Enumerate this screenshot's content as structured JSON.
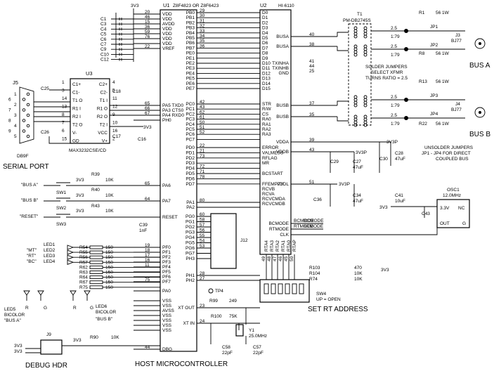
{
  "titles": {
    "serial_port": "SERIAL PORT",
    "host_mcu": "HOST MICROCONTROLLER",
    "debug_hdr": "DEBUG HDR",
    "set_rt_address": "SET RT ADDRESS",
    "bus_a": "BUS A",
    "bus_b": "BUS B"
  },
  "u1": {
    "ref": "U1",
    "part": "Z8F4823 OR Z8F6423",
    "left_pins": [
      "VDD",
      "VDD",
      "AVDD",
      "VDD",
      "VDD",
      "VDD",
      "VDD",
      "VREF",
      "PA5 TXD0",
      "PA3 CTS0",
      "PA4 RXD0",
      "PH0",
      "PA6",
      "PA7",
      "RESET",
      "PF0",
      "PF1",
      "PF2",
      "PF3",
      "PF4",
      "PF5",
      "PF6",
      "PF7",
      "PA0",
      "VSS",
      "VSS",
      "AVSS",
      "VSS",
      "VSS",
      "VSS",
      "VSS",
      "DBG"
    ],
    "left_nums": [
      "20",
      "46",
      "15",
      "36",
      "59",
      "76",
      "",
      "22",
      "65",
      "66",
      "67",
      "",
      "65",
      "64",
      "",
      "19",
      "18",
      "17",
      "16",
      "11",
      "",
      "",
      "75",
      "",
      "",
      "",
      "",
      "",
      "",
      "",
      "",
      "44"
    ],
    "right_pins": [
      "PB0",
      "PB1",
      "PB2",
      "PB3",
      "PB4",
      "PB5",
      "PB6",
      "PB7",
      "PE0",
      "PE1",
      "PE2",
      "PE3",
      "PE4",
      "PE5",
      "PE6",
      "PE7",
      "PC0",
      "PC1",
      "PC2",
      "PC3",
      "PC4",
      "PC5",
      "PC6",
      "PC7",
      "PD0",
      "PD1",
      "PD2",
      "PD3",
      "PD4",
      "PD5",
      "PD6",
      "PD7",
      "PA1",
      "PA2",
      "PG0",
      "PG1",
      "PG2",
      "PG3",
      "PG4",
      "PG5",
      "PG6",
      "PG7",
      "PH3",
      "PH1",
      "PH2",
      "XT OUT",
      "XT IN"
    ],
    "right_nums": [
      "29",
      "30",
      "31",
      "32",
      "33",
      "34",
      "35",
      "36",
      "",
      "",
      "",
      "",
      "",
      "",
      "",
      "",
      "42",
      "43",
      "62",
      "61",
      "50",
      "51",
      "52",
      "",
      "22",
      "21",
      "73",
      "",
      "72",
      "71",
      "78",
      "",
      "80",
      "",
      "60",
      "58",
      "57",
      "56",
      "55",
      "54",
      "53",
      "",
      "",
      "28",
      "27",
      "23",
      "24"
    ]
  },
  "u2": {
    "ref": "U2",
    "part": "HI-6110",
    "left_pins": [
      "D0",
      "D1",
      "D2",
      "D3",
      "D4",
      "D5",
      "D6",
      "D7",
      "D8",
      "D9",
      "D10",
      "D11",
      "D12",
      "D13",
      "D14",
      "D15",
      "STR",
      "R/W",
      "CS",
      "RA0",
      "RA1",
      "RA2",
      "RA3",
      "ERROR",
      "VALMESS",
      "RFLAG",
      "MR",
      "BCSTART",
      "FFEMPTY",
      "RCVB",
      "RCVA",
      "RCVCMDA",
      "RCVCMDB"
    ],
    "right_pins": [
      "BUSA",
      "BUSA",
      "TXINHA",
      "TXINHB",
      "GND",
      "BUSB",
      "BUSB",
      "VDDA",
      "VDDB",
      "VDDL",
      "BCMODE",
      "RTMODE",
      "CLK"
    ],
    "right_nums": [
      "40",
      "38",
      "41",
      "44",
      "25",
      "37",
      "35",
      "39",
      "43",
      "51",
      "",
      "",
      ""
    ],
    "bottom_pins": [
      "RTA4",
      "RTA3",
      "RTA2",
      "RTA1",
      "RTA0",
      "RTAP"
    ],
    "bottom_nums": [
      "49",
      "48",
      "47",
      "46",
      "45",
      "50"
    ]
  },
  "u3": {
    "ref": "U3",
    "part": "MAX3232CSE/CD",
    "left_pins": [
      "C1+",
      "C1-",
      "T1 O",
      "R1 I",
      "R2 I",
      "T2 O",
      "V-",
      "GD"
    ],
    "left_nums": [
      "1",
      "3",
      "14",
      "13",
      "8",
      "7",
      "6",
      "15"
    ],
    "right_pins": [
      "C2+",
      "C2-",
      "T1 I",
      "R1 O",
      "R2 O",
      "T2 I",
      "VCC",
      "V+"
    ],
    "right_nums": [
      "4",
      "5",
      "11",
      "12",
      "9",
      "10",
      "16",
      "2"
    ]
  },
  "j5": {
    "ref": "J5",
    "part": "DB9F",
    "pins": [
      "1",
      "6",
      "2",
      "7",
      "3",
      "8",
      "4",
      "9",
      "5"
    ]
  },
  "caps_left": [
    "C1",
    "C3",
    "C4",
    "C5",
    "C6",
    "C7",
    "C9",
    "C10",
    "C12"
  ],
  "labels": {
    "c25": "C25",
    "c26": "C26",
    "c17": "C17",
    "c18": "C18",
    "c16": "C16",
    "v3v3": "3V3",
    "v3v3b": "3V3",
    "v3v3p": "3V3P",
    "bus_a_q": "\"BUS A\"",
    "bus_b_q": "\"BUS B\"",
    "reset_q": "\"RESET\"",
    "sw1": "SW1",
    "sw2": "SW2",
    "sw3": "SW3",
    "r39": "R39",
    "r40": "R40",
    "r43": "R43",
    "r10k": "10K",
    "c39": "C39",
    "c39v": "1nF",
    "led1": "LED1",
    "led2": "LED2",
    "led3": "LED3",
    "led4": "LED4",
    "mt": "\"MT\"",
    "rt": "\"RT\"",
    "bc": "\"BC\"",
    "r54": "R54",
    "r55": "R55",
    "r56": "R56",
    "r57": "R57",
    "r62": "R62",
    "r63": "R63",
    "r64": "R64",
    "r67": "R67",
    "r75": "R75",
    "r150": "150",
    "led5": "LED5",
    "led6": "LED6",
    "bicolor": "BICOLOR",
    "busa_l": "\"BUS A\"",
    "busb_l": "\"BUS B\"",
    "r": "R",
    "g": "G",
    "j9": "J9",
    "r90": "R90",
    "j12": "J12",
    "tp4": "TP4",
    "r99": "R99",
    "r99v": "249",
    "r100": "R100",
    "r100v": "75K",
    "y1": "Y1",
    "y1v": "25.0MHz",
    "c58": "C58",
    "c57": "C57",
    "c22p": "22pF",
    "sw4": "SW4",
    "up_open": "UP = OPEN",
    "r103": "R103",
    "r104": "R104",
    "r74": "R74",
    "v470": "470",
    "v10k": "10K",
    "t1": "T1",
    "t1p": "PM-DB2745S",
    "solder": "SOLDER JUMPERS",
    "select": "SELECT XFMR",
    "turns": "TURNS RATIO = 2.5",
    "r1": "R1",
    "r8": "R8",
    "r13": "R13",
    "r22": "R22",
    "r56w": "56 1W",
    "jp1": "JP1",
    "jp2": "JP2",
    "jp3": "JP3",
    "jp4": "JP4",
    "j3": "J3",
    "j4": "J4",
    "bj77": "BJ77",
    "v25": "2.5",
    "v179": "1:79",
    "c29": "C29",
    "c27": "C27",
    "c30": "C30",
    "c28": "C28",
    "c36": "C36",
    "c34": "C34",
    "c41": "C41",
    "c43": "C43",
    "v47": "47uF",
    "v10": "10uF",
    "unsolder": "UNSOLDER JUMPERS",
    "jp1jp4": "JP1 - JP4 FOR DIRECT",
    "coupled": "COUPLED BUS",
    "osc1": "OSC1",
    "osc1v": "12.0MHz",
    "v33": "3.3V",
    "nc": "NC",
    "out": "OUT",
    "gnd": "G",
    "bcmode": "BCMODE",
    "rtmode": "RTMODE"
  }
}
